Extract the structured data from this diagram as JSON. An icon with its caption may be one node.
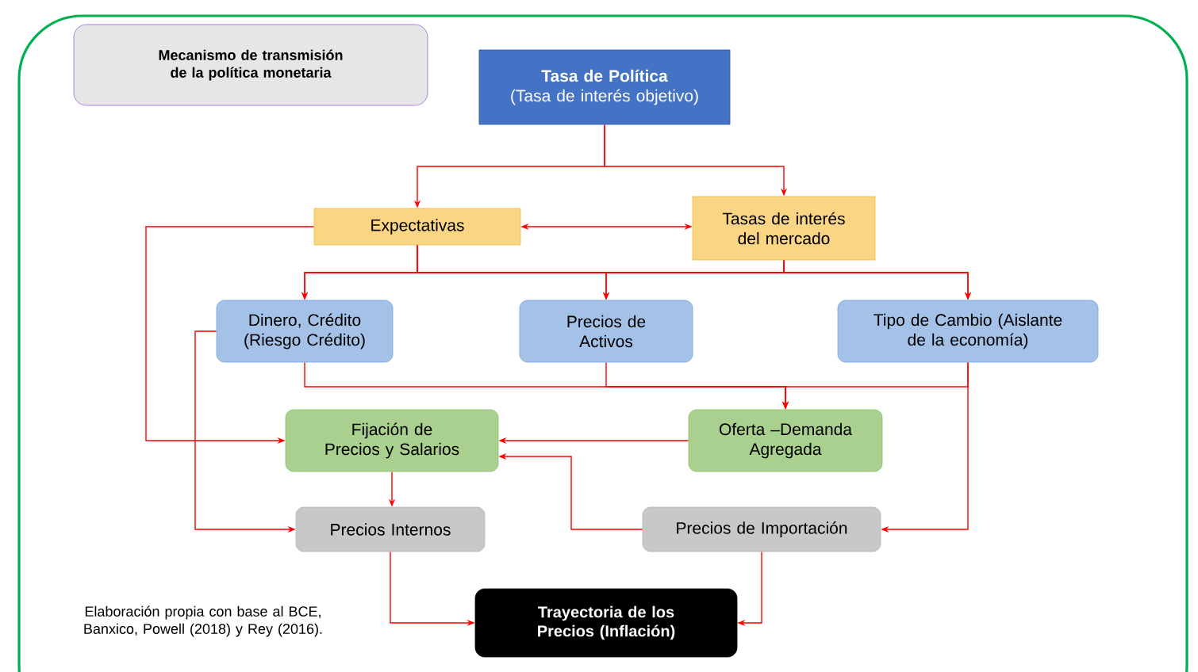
{
  "diagram": {
    "nodes": [
      {
        "text": [
          "Mecanismo de transmisión de la política monetaria"
        ]
      },
      {
        "text": [
          "Tasa de Política",
          "(Tasa de interés objetivo)"
        ]
      },
      {
        "text": [
          "Expectativas"
        ]
      },
      {
        "text": [
          "Tasas de interés del mercado"
        ]
      },
      {
        "text": [
          "Dinero, Crédito (Riesgo Crédito)"
        ]
      },
      {
        "text": [
          "Precios de Activos"
        ]
      },
      {
        "text": [
          "Tipo de Cambio (Aislante de la economía)"
        ]
      },
      {
        "text": [
          "Fijación de Precios y Salarios"
        ]
      },
      {
        "text": [
          "Oferta –Demanda Agregada"
        ]
      },
      {
        "text": [
          "Precios Internos"
        ]
      },
      {
        "text": [
          "Precios de Importación"
        ]
      },
      {
        "text": [
          "Trayectoria de los Precios (Inflación)"
        ]
      }
    ],
    "edges": [
      {
        "from": 1,
        "to": 2,
        "arrow": "to"
      },
      {
        "from": 1,
        "to": 3,
        "arrow": "to"
      },
      {
        "from": 2,
        "to": 3,
        "arrow": "both"
      },
      {
        "from": 2,
        "to": 7,
        "arrow": "to"
      },
      {
        "from": 2,
        "to": 4,
        "arrow": "to"
      },
      {
        "from": 2,
        "to": 5,
        "arrow": "to"
      },
      {
        "from": 2,
        "to": 6,
        "arrow": "to"
      },
      {
        "from": 3,
        "to": 4,
        "arrow": "to"
      },
      {
        "from": 3,
        "to": 5,
        "arrow": "to"
      },
      {
        "from": 3,
        "to": 6,
        "arrow": "to"
      },
      {
        "from": 4,
        "to": 8,
        "arrow": "to"
      },
      {
        "from": 5,
        "to": 8,
        "arrow": "to"
      },
      {
        "from": 6,
        "to": 8,
        "arrow": "to"
      },
      {
        "from": 4,
        "to": 9,
        "arrow": "to"
      },
      {
        "from": 8,
        "to": 7,
        "arrow": "to"
      },
      {
        "from": 7,
        "to": 9,
        "arrow": "to"
      },
      {
        "from": 6,
        "to": 10,
        "arrow": "to"
      },
      {
        "from": 10,
        "to": 7,
        "arrow": "to"
      },
      {
        "from": 9,
        "to": 11,
        "arrow": "to"
      },
      {
        "from": 10,
        "to": 11,
        "arrow": "to"
      }
    ],
    "labels": [
      "Elaboración propia con base al BCE, Banxico, Powell (2018) y Rey (2016)."
    ]
  }
}
